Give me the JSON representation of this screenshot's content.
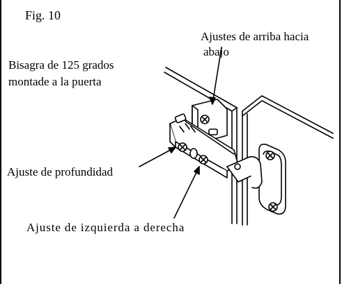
{
  "figure": {
    "label": "Fig. 10"
  },
  "labels": {
    "hinge": [
      "Bisagra de 125 grados",
      "montade a la puerta"
    ],
    "up_down": [
      "Ajustes de arriba hacia",
      "abajo"
    ],
    "depth": "Ajuste de profundidad",
    "left_right": "Ajuste de izquierda a derecha"
  },
  "colors": {
    "ink": "#000000",
    "paper": "#ffffff"
  }
}
